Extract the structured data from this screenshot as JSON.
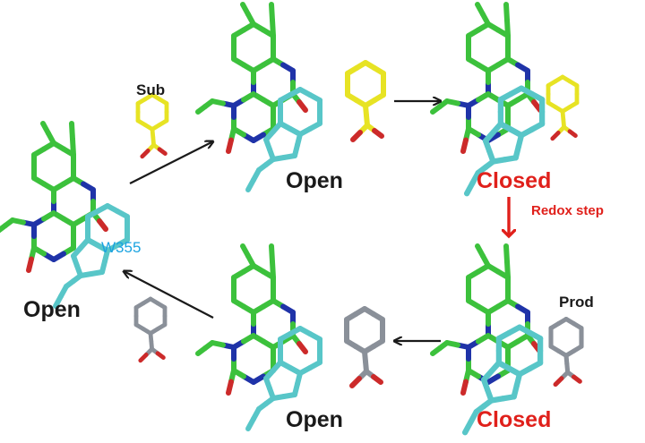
{
  "labels": {
    "sub": "Sub",
    "prod": "Prod",
    "w355": "W355",
    "open": "Open",
    "closed": "Closed",
    "redox_step": "Redox step"
  },
  "colors": {
    "flavin_carbon": "#3cc13c",
    "nitrogen": "#1f33a8",
    "oxygen": "#cc2a2a",
    "tryptophan": "#58c6c8",
    "substrate": "#e7e324",
    "product": "#8a9099",
    "arrow_black": "#1a1a1a",
    "arrow_red": "#e0201b"
  },
  "icons": [
    "flavin-structure",
    "tryptophan-structure",
    "substrate-structure",
    "product-structure",
    "arrow"
  ]
}
